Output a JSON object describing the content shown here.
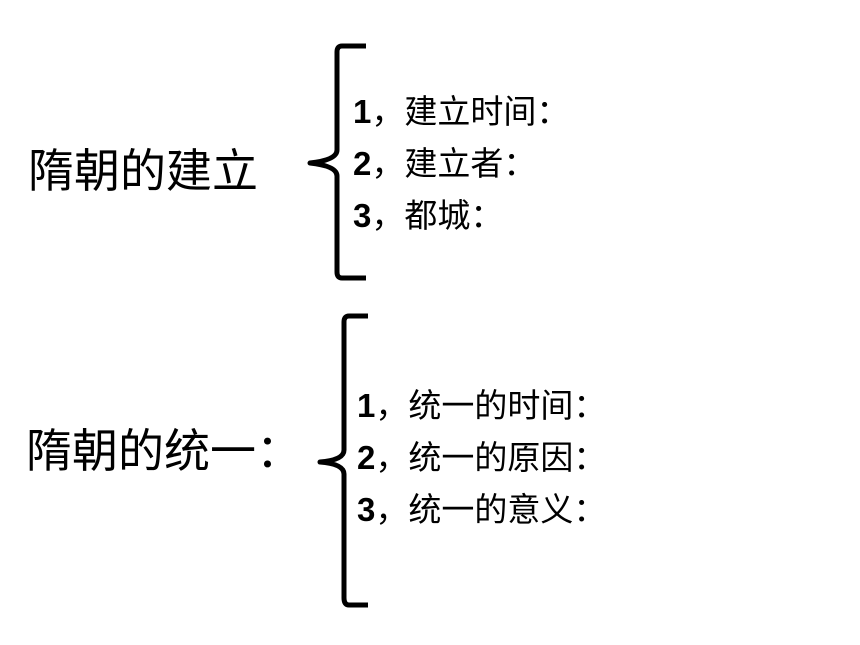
{
  "section1": {
    "topic": "隋朝的建立",
    "items": [
      {
        "num": "1",
        "text": "，建立时间："
      },
      {
        "num": "2",
        "text": "，建立者："
      },
      {
        "num": "3",
        "text": "，都城："
      }
    ]
  },
  "section2": {
    "topic": "隋朝的统一：",
    "items": [
      {
        "num": "1",
        "text": "，统一的时间："
      },
      {
        "num": "2",
        "text": "，统一的原因："
      },
      {
        "num": "3",
        "text": "，统一的意义："
      }
    ]
  }
}
